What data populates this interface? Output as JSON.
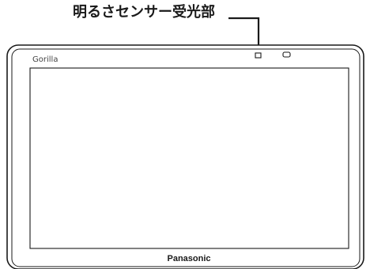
{
  "callout": {
    "label": "明るさセンサー受光部"
  },
  "device": {
    "brand": "Gorilla",
    "maker": "Panasonic"
  }
}
